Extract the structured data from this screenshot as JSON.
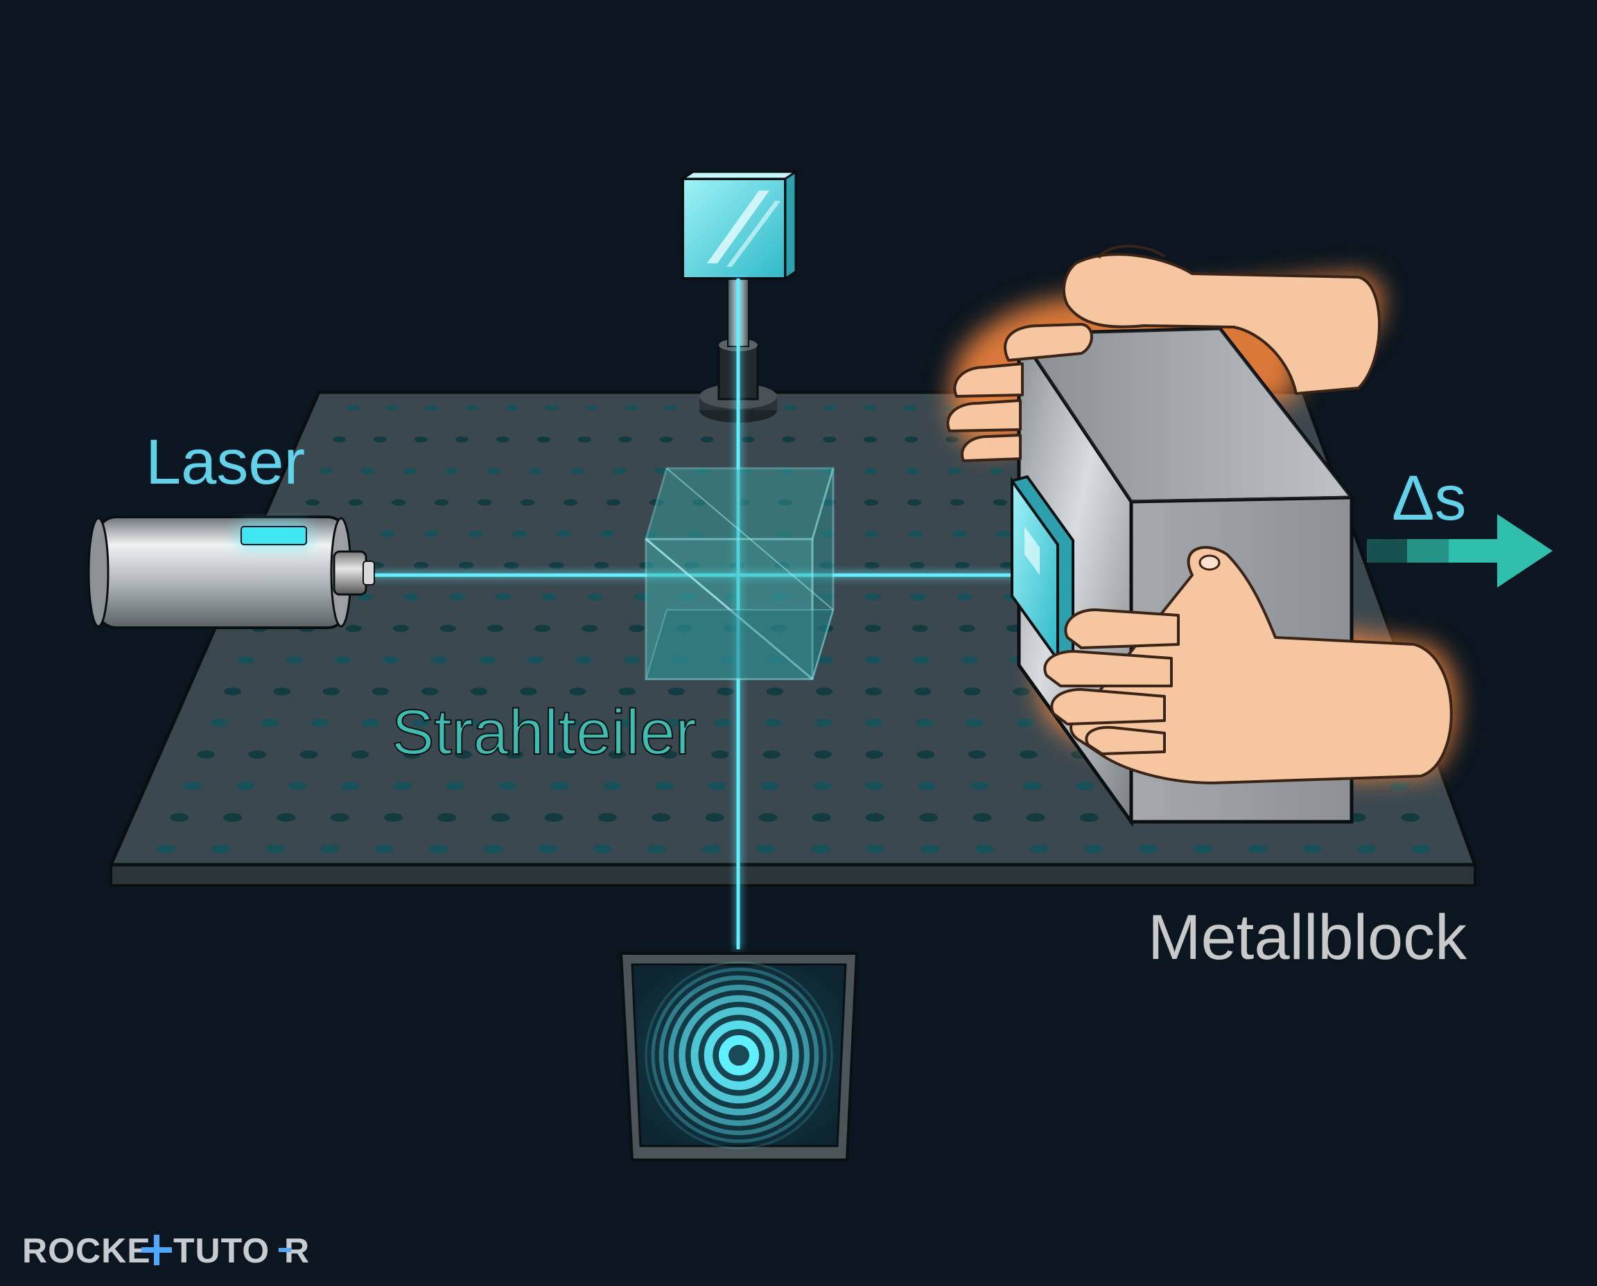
{
  "labels": {
    "laser": "Laser",
    "beam_splitter": "Strahlteiler",
    "metal_block": "Metallblock",
    "displacement": "Δs"
  },
  "logo": {
    "part1": "ROCKE",
    "part2": "TUTO",
    "part3": "R"
  },
  "colors": {
    "background": "#0b1620",
    "beam": "#5ff0ff",
    "cyan_label": "#5ed3ea",
    "teal_label": "#3bbfb0",
    "grey_label": "#c9c9c9",
    "arrow": "#2fbfad",
    "glow": "#ff8a3d",
    "table": "#3b4850",
    "logo_accent": "#4fa8ff"
  }
}
